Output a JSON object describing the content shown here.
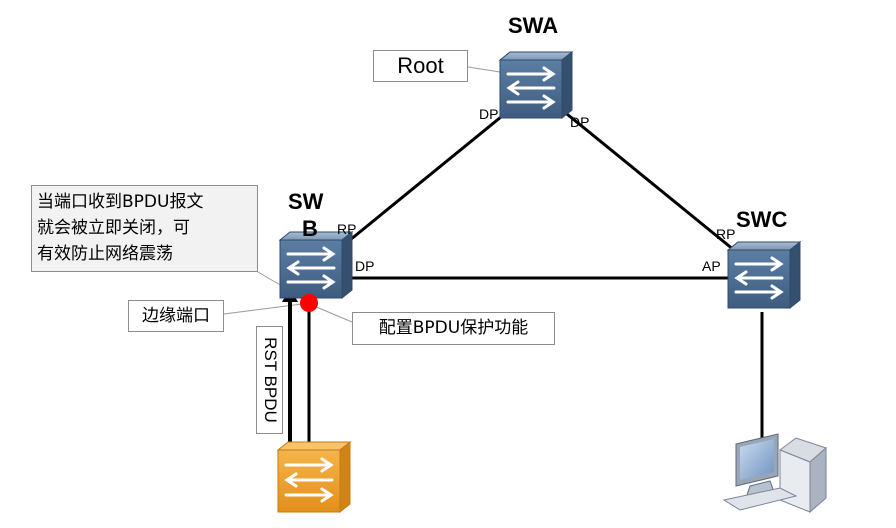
{
  "switches": {
    "swa": {
      "name": "SWA"
    },
    "swb": {
      "name_line1": "SW",
      "name_line2": "B"
    },
    "swc": {
      "name": "SWC"
    }
  },
  "ports": {
    "swa_left": "DP",
    "swa_right": "DP",
    "swb_top": "RP",
    "swb_right": "DP",
    "swc_top": "RP",
    "swc_left": "AP"
  },
  "callouts": {
    "root": "Root",
    "bpdu_note_line1": "当端口收到BPDU报文",
    "bpdu_note_line2": "就会被立即关闭，可",
    "bpdu_note_line3": "有效防止网络震荡",
    "edge_port": "边缘端口",
    "bpdu_protect": "配置BPDU保护功能",
    "rst_bpdu": "RST BPDU"
  },
  "colors": {
    "switch_blue": "#4a6b8e",
    "switch_orange": "#f0a030",
    "link": "#000000",
    "edge_port_dot": "#ff0000"
  }
}
